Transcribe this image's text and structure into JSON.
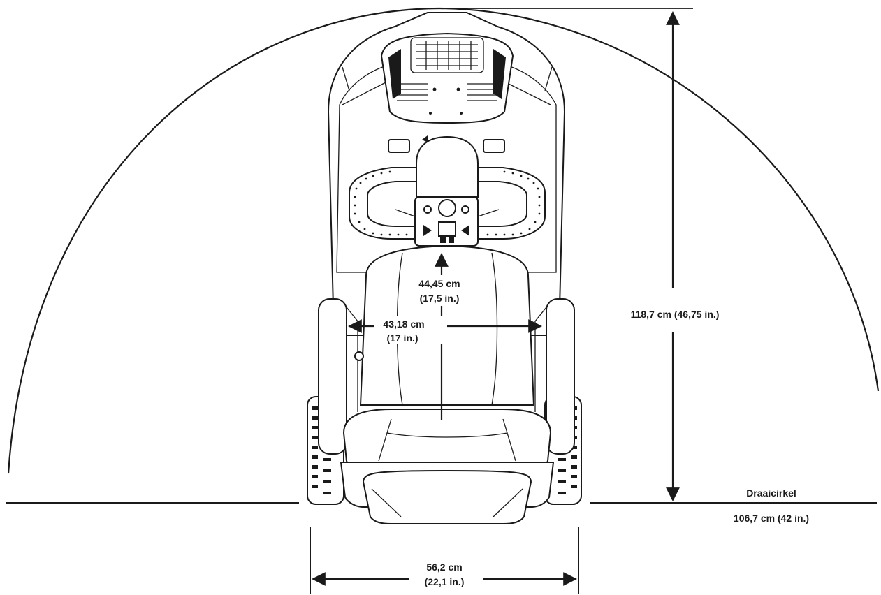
{
  "labels": {
    "seat_depth_cm": "44,45 cm",
    "seat_depth_in": "(17,5 in.)",
    "seat_width_cm": "43,18 cm",
    "seat_width_in": "(17 in.)",
    "height": "118,7 cm (46,75 in.)",
    "turning_circle_label": "Draaicirkel",
    "turning_circle_value": "106,7 cm (42 in.)",
    "width_cm": "56,2 cm",
    "width_in": "(22,1 in.)"
  },
  "colors": {
    "ink": "#1a1a1a",
    "background": "#ffffff"
  }
}
